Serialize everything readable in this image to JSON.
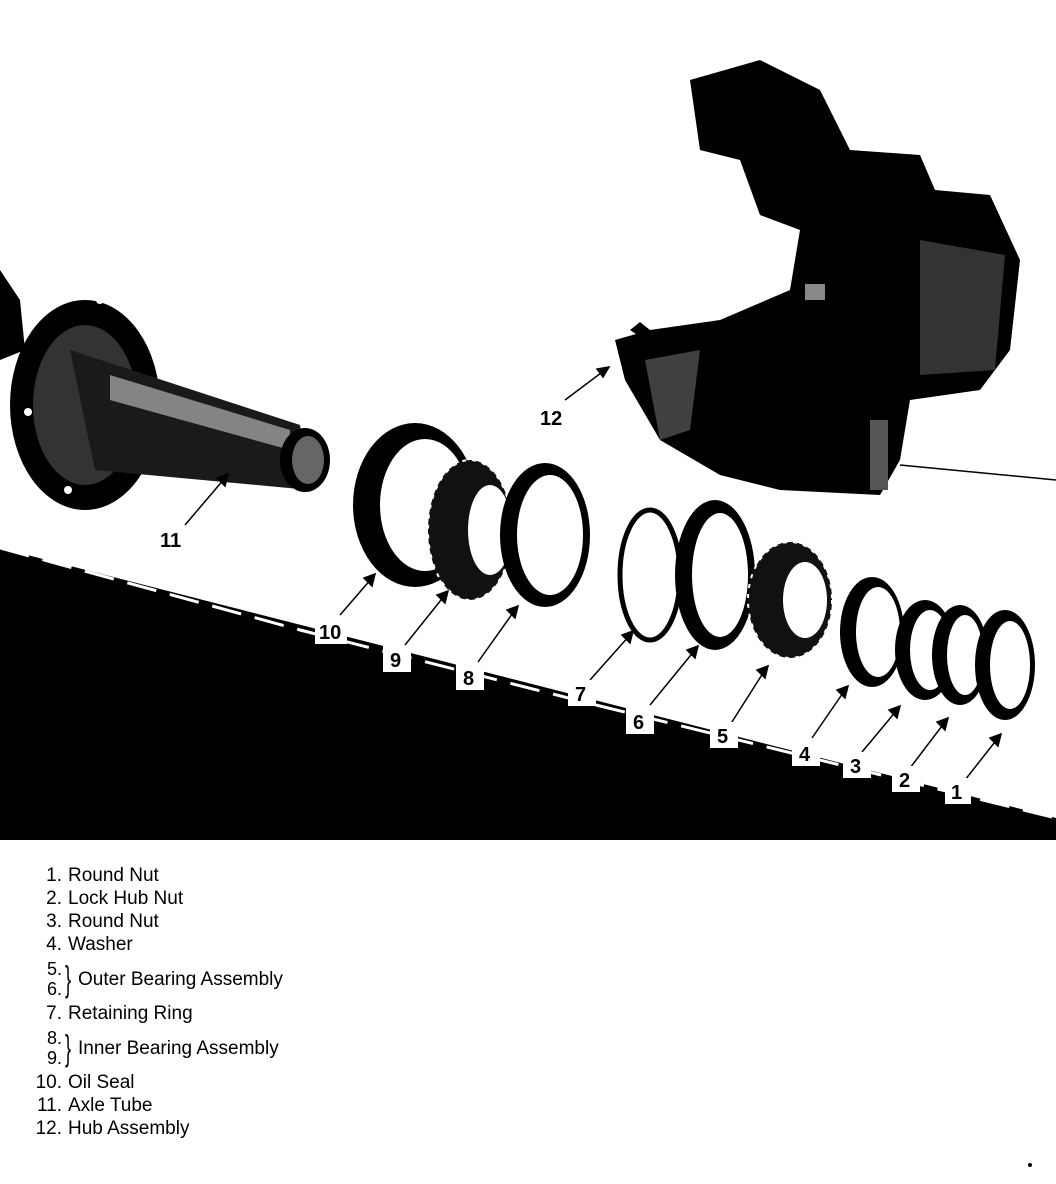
{
  "callouts": {
    "c1": "1",
    "c2": "2",
    "c3": "3",
    "c4": "4",
    "c5": "5",
    "c6": "6",
    "c7": "7",
    "c8": "8",
    "c9": "9",
    "c10": "10",
    "c11": "11",
    "c12": "12"
  },
  "legend": {
    "items": [
      {
        "num": "1.",
        "label": "Round Nut"
      },
      {
        "num": "2.",
        "label": "Lock Hub Nut"
      },
      {
        "num": "3.",
        "label": "Round Nut"
      },
      {
        "num": "4.",
        "label": "Washer"
      },
      {
        "num": "7.",
        "label": "Retaining Ring"
      },
      {
        "num": "10.",
        "label": "Oil Seal"
      },
      {
        "num": "11.",
        "label": "Axle Tube"
      },
      {
        "num": "12.",
        "label": "Hub Assembly"
      }
    ],
    "outer": {
      "num_a": "5.",
      "num_b": "6.",
      "label": "Outer Bearing Assembly"
    },
    "inner": {
      "num_a": "8.",
      "num_b": "9.",
      "label": "Inner Bearing Assembly"
    }
  }
}
